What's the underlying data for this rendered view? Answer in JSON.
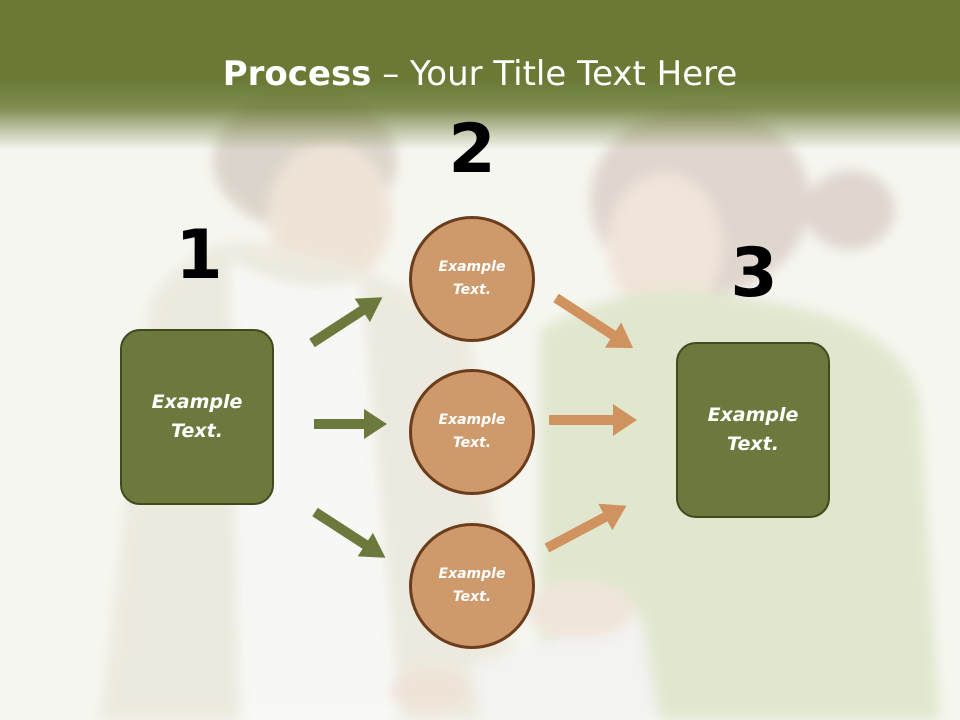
{
  "title": {
    "bold": "Process",
    "rest": " – Your Title Text Here"
  },
  "steps": [
    "1",
    "2",
    "3"
  ],
  "left_box": {
    "text": "Example\nText."
  },
  "right_box": {
    "text": "Example\nText."
  },
  "circles": [
    {
      "text": "Example\nText."
    },
    {
      "text": "Example\nText."
    },
    {
      "text": "Example\nText."
    }
  ],
  "colors": {
    "header": "#6a7a35",
    "box_fill": "#6b7a3c",
    "box_border": "#3f4a1f",
    "circle_fill": "#cf9a6b",
    "circle_border": "#6b3d1c",
    "green_arrow": "#6b7a3c",
    "orange_arrow": "#d0925e"
  }
}
